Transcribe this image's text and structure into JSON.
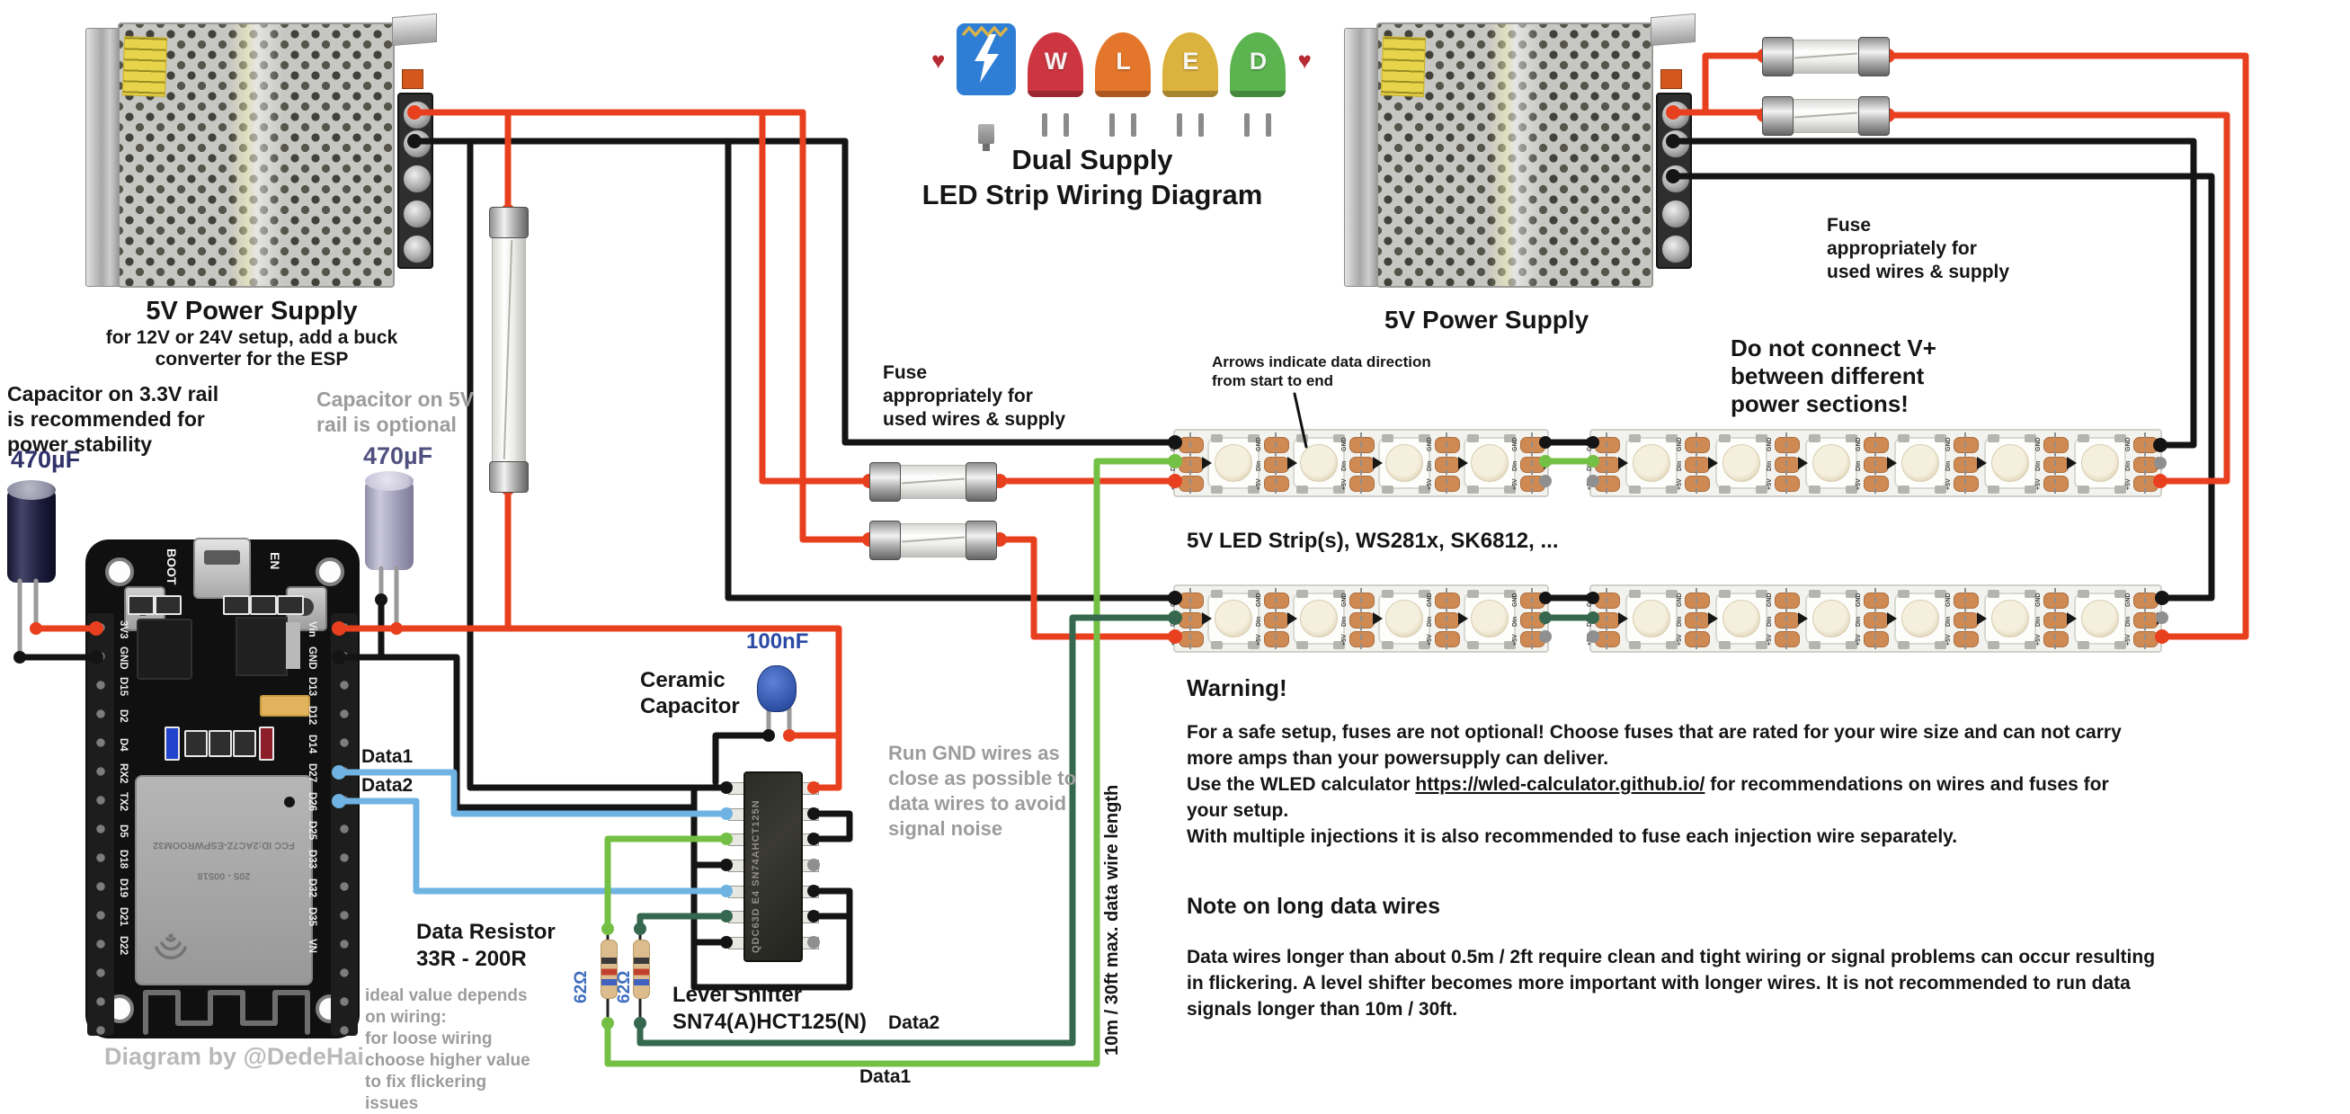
{
  "title": {
    "line1": "Dual Supply",
    "line2": "LED Strip Wiring Diagram",
    "full": "Dual Supply\nLED Strip Wiring Diagram"
  },
  "logo": {
    "letters": [
      "W",
      "L",
      "E",
      "D"
    ],
    "heart": "♥"
  },
  "psu": {
    "left_title": "5V Power Supply",
    "left_subtitle": "for 12V or 24V setup, add a buck\nconverter for the ESP",
    "right_title": "5V Power Supply"
  },
  "capacitors": {
    "left_value": "470µF",
    "right_value": "470µF",
    "left_note": "Capacitor on 3.3V rail\nis recommended for\npower stability",
    "right_note": "Capacitor on 5V\nrail is optional"
  },
  "esp": {
    "boot": "BOOT",
    "en": "EN",
    "pins_left": [
      "3V3",
      "GND",
      "D15",
      "D2",
      "D4",
      "RX2",
      "TX2",
      "D5",
      "D18",
      "D19",
      "D21",
      "D22"
    ],
    "pins_right": [
      "Vin",
      "GND",
      "D13",
      "D12",
      "D14",
      "D27",
      "D26",
      "D25",
      "D33",
      "D32",
      "D35",
      "VN"
    ],
    "module_fcc": "FCC ID:2AC7Z-ESPWROOM32",
    "module_serial": "205 - 00518",
    "credit": "Diagram by @DedeHai"
  },
  "level_shifter": {
    "name": "Level Shifter\nSN74(A)HCT125(N)",
    "marking": "QDC63D E4 SN74AHCT125N",
    "cap_value": "100nF",
    "cap_name": "Ceramic\nCapacitor",
    "gnd_note": "Run GND wires as\nclose as possible to\ndata wires to avoid\nsignal noise"
  },
  "resistors": {
    "label": "Data Resistor\n33R - 200R",
    "value": "62Ω",
    "note": "ideal value depends\non wiring:\nfor loose wiring\nchoose higher value\nto fix flickering\nissues"
  },
  "wires": {
    "data1": "Data1",
    "data2": "Data2",
    "data1_out": "Data1",
    "data2_out": "Data2",
    "max_length": "10m / 30ft max. data wire length"
  },
  "fuse_note": "Fuse\nappropriately for\nused wires & supply",
  "strip": {
    "label": "5V LED Strip(s), WS281x, SK6812, ...",
    "arrow_note": "Arrows indicate data direction\nfrom start to end",
    "v_warning": "Do not connect V+\nbetween different\npower sections!",
    "pad_labels": [
      "GND",
      "DIn",
      "+5V"
    ]
  },
  "warning": {
    "title": "Warning!",
    "p1": "For a safe setup, fuses are not optional! Choose fuses that are rated for your wire size and can not carry more amps than your powersupply can deliver.\nUse the WLED calculator ",
    "url": "https://wled-calculator.github.io/",
    "p2": "  for recommendations on wires and fuses for your setup.\nWith multiple injections it is also recommended to fuse each injection wire separately."
  },
  "long_note": {
    "title": "Note on long data wires",
    "body": "Data wires longer than about 0.5m / 2ft require clean and tight wiring or signal problems can occur resulting in flickering. A level shifter becomes more important with longer wires. It is not recommended to run data signals longer than 10m / 30ft."
  }
}
